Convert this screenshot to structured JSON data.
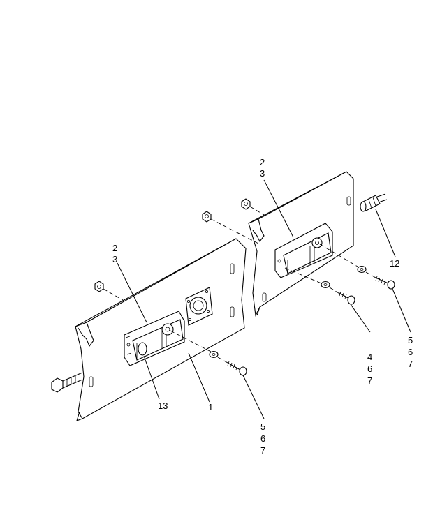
{
  "callouts": {
    "left_lamp_top": "2",
    "left_lamp_bottom": "3",
    "right_lamp_top": "2",
    "right_lamp_bottom": "3",
    "receptacle": "13",
    "panel": "1",
    "lower_screw_a": "5",
    "lower_screw_b": "6",
    "lower_screw_c": "7",
    "middle_screw_a": "4",
    "middle_screw_b": "6",
    "middle_screw_c": "7",
    "right_screw_a": "5",
    "right_screw_b": "6",
    "right_screw_c": "7",
    "harness": "12"
  }
}
